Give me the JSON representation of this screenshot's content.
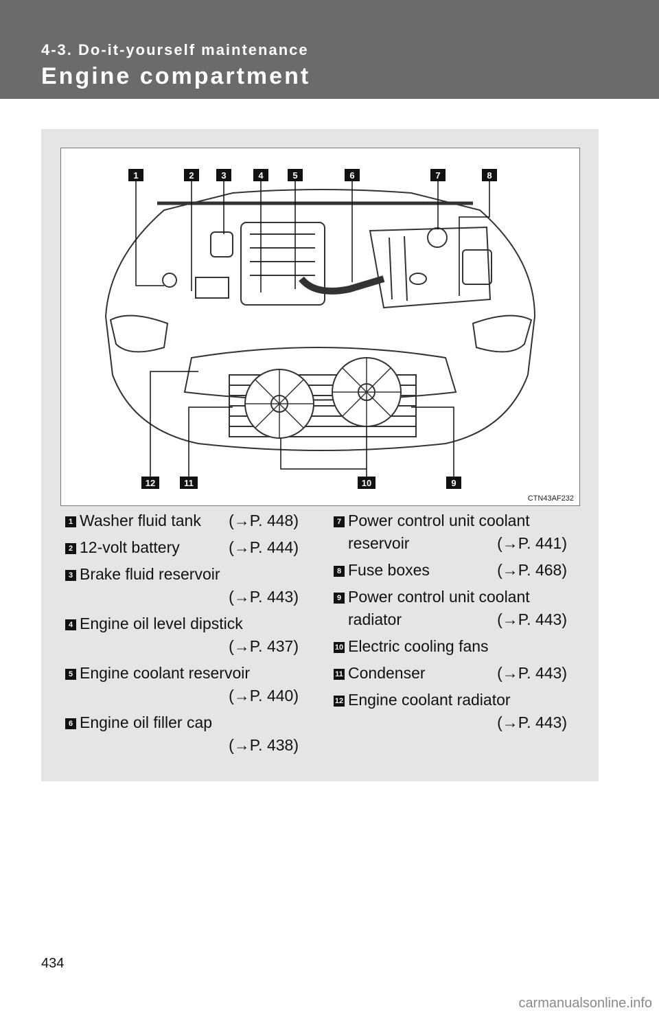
{
  "header": {
    "section": "4-3. Do-it-yourself maintenance",
    "title": "Engine compartment"
  },
  "figure": {
    "code": "CTN43AF232",
    "callouts": [
      "1",
      "2",
      "3",
      "4",
      "5",
      "6",
      "7",
      "8",
      "9",
      "10",
      "11",
      "12"
    ]
  },
  "items_left": [
    {
      "num": "1",
      "label": "Washer fluid tank",
      "ref": "(→P. 448)"
    },
    {
      "num": "2",
      "label": "12-volt battery",
      "ref": "(→P. 444)"
    },
    {
      "num": "3",
      "label": "Brake fluid reservoir",
      "ref": "(→P. 443)"
    },
    {
      "num": "4",
      "label": "Engine oil level dipstick",
      "ref": "(→P. 437)"
    },
    {
      "num": "5",
      "label": "Engine coolant reservoir",
      "ref": "(→P. 440)"
    },
    {
      "num": "6",
      "label": "Engine oil filler cap",
      "ref": "(→P. 438)"
    }
  ],
  "items_right": [
    {
      "num": "7",
      "label": "Power control unit coolant",
      "label2": "reservoir",
      "ref": "(→P. 441)"
    },
    {
      "num": "8",
      "label": "Fuse boxes",
      "ref": "(→P. 468)"
    },
    {
      "num": "9",
      "label": "Power control unit coolant",
      "label2": "radiator",
      "ref": "(→P. 443)"
    },
    {
      "num": "10",
      "label": "Electric cooling fans",
      "ref": ""
    },
    {
      "num": "11",
      "label": "Condenser",
      "ref": "(→P. 443)"
    },
    {
      "num": "12",
      "label": "Engine coolant radiator",
      "ref": "(→P. 443)"
    }
  ],
  "footer": {
    "page_number": "434",
    "watermark": "carmanualsonline.info"
  }
}
